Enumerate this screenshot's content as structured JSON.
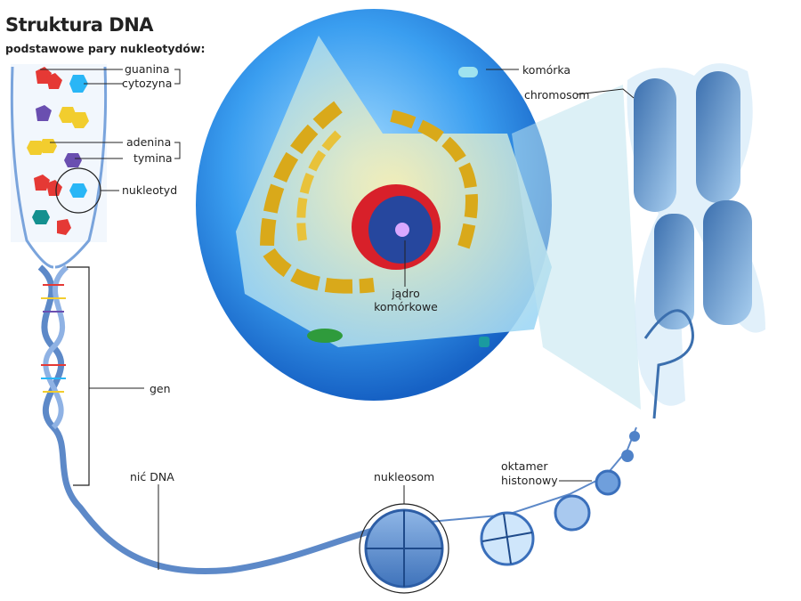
{
  "title": "Struktura DNA",
  "subtitle": "podstawowe pary nukleotydów:",
  "labels": {
    "guanina": "guanina",
    "cytozyna": "cytozyna",
    "adenina": "adenina",
    "tymina": "tymina",
    "nukleotyd": "nukleotyd",
    "gen": "gen",
    "nic_dna": "nić DNA",
    "nukleosom": "nukleosom",
    "oktamer_1": "oktamer",
    "oktamer_2": "histonowy",
    "komorka": "komórka",
    "chromosom": "chromosom",
    "jadro_1": "jądro",
    "jadro_2": "komórkowe"
  },
  "colors": {
    "guanina": "#e53935",
    "cytozyna": "#29b6f6",
    "adenina": "#f2cd2e",
    "tymina": "#6a4fb0",
    "cell": "#2f8fe0",
    "nucleus": "#d8202a",
    "dna": "#6d97d3"
  }
}
